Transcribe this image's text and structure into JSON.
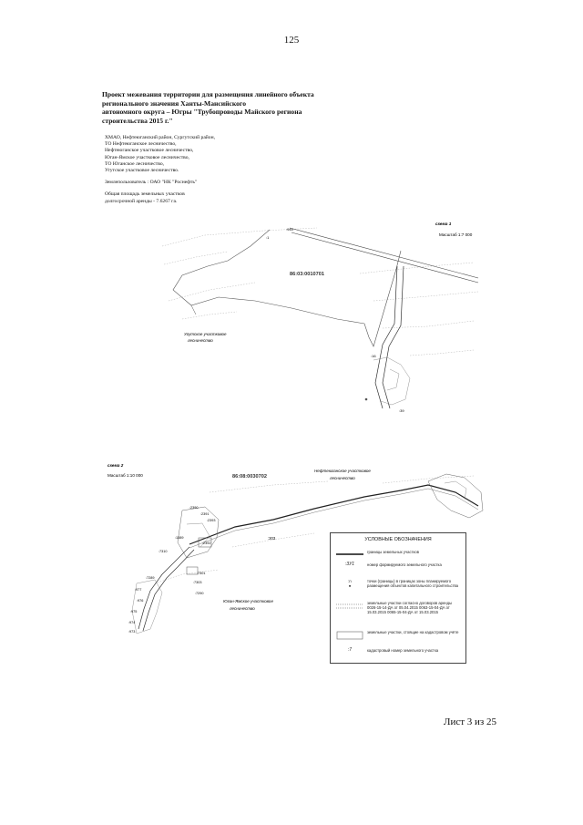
{
  "page_number": "125",
  "title_lines": [
    "Проект межевания территории для размещения линейного объекта",
    "регионального значения Ханты-Мансийского",
    "автономного округа – Югры \"Трубопроводы Майского региона",
    "строительства 2015 г.\""
  ],
  "info": {
    "location_lines": [
      "ХМАО, Нефтеюганский район, Сургутский район,",
      "ТО Нефтеюганское лесничество,",
      "Нефтеюганское участковое лесничество,",
      "Юган-Ямское участковое лесничество,",
      "ТО Юганское лесничество,",
      "Угутское участковое лесничество."
    ],
    "client": "Землепользователь : ОАО \"НК \"Роснефть\"",
    "area_lines": [
      "Общая площадь земельных участков",
      "долгосрочной аренды - 7.6267 га."
    ]
  },
  "scheme1": {
    "title": "схема 1",
    "scale": "Масштаб 1:7 000",
    "cadastral": "86:03:0010701",
    "forestry_label_lines": [
      "Угутское участковое",
      "лесничество"
    ],
    "points": [
      ":944",
      ":1",
      ":16",
      ":39"
    ]
  },
  "scheme2": {
    "title": "схема 2",
    "scale": "Масштаб 1:10 000",
    "cadastral": "86:08:0030702",
    "forestry_north_lines": [
      "Нефтеюганское участковое",
      "лесничество"
    ],
    "forestry_south_lines": [
      "Юган-Ямское участковое",
      "лесничество"
    ],
    "points": [
      ":2390",
      ":2391",
      ":2393",
      ":1389",
      ":2392",
      ":7310",
      ":7289",
      ":7301",
      ":7303",
      ":7290",
      ":977",
      ":976",
      ":975",
      ":974",
      ":973"
    ],
    "object_number": ":303"
  },
  "legend": {
    "title": "УСЛОВНЫЕ ОБОЗНАЧЕНИЯ",
    "items": [
      {
        "text": "границы земельных участков",
        "symbol": "thick-line"
      },
      {
        "symbol_text": ":3У1",
        "text": "номер формируемого земельного участка"
      },
      {
        "symbol_text": ":n",
        "text": "точки (границы) в границах зоны планируемого размещения объектов капитального строительства"
      },
      {
        "text": "земельные участки согласно договоров аренды 0026-15-14-ДА от 05.04.2015 0063-15-04-ДА от 15.03.2015 0065-15-04-ДА от 15.03.2015",
        "symbol": "double-dotted-line"
      },
      {
        "text": "земельные участки, стоящие на кадастровом учёте",
        "symbol": "box"
      },
      {
        "symbol_text": ":7",
        "text": "кадастровый номер земельного участка"
      }
    ]
  },
  "sheet": "Лист 3 из 25"
}
